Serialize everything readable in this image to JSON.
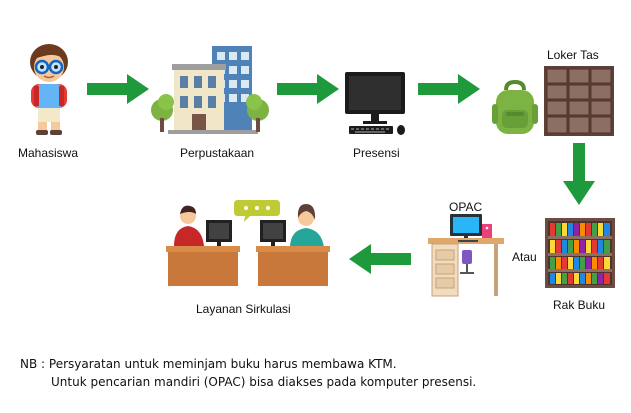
{
  "nodes": {
    "mahasiswa": "Mahasiswa",
    "perpustakaan": "Perpustakaan",
    "presensi": "Presensi",
    "loker_tas": "Loker Tas",
    "rak_buku": "Rak Buku",
    "opac": "OPAC",
    "atau": "Atau",
    "layanan_sirkulasi": "Layanan Sirkulasi"
  },
  "note": {
    "line1": "NB : Persyaratan untuk meminjam buku harus membawa KTM.",
    "line2": "Untuk pencarian mandiri (OPAC) bisa diakses pada komputer  presensi."
  },
  "colors": {
    "arrow": "#1e9a3c",
    "table": "#c8783a",
    "bag": "#7cb342",
    "locker": "#6d4c41"
  },
  "icons": [
    "student-icon",
    "library-building-icon",
    "computer-icon",
    "backpack-icon",
    "locker-icon",
    "bookshelf-icon",
    "opac-desk-icon",
    "circulation-desk-icon"
  ]
}
